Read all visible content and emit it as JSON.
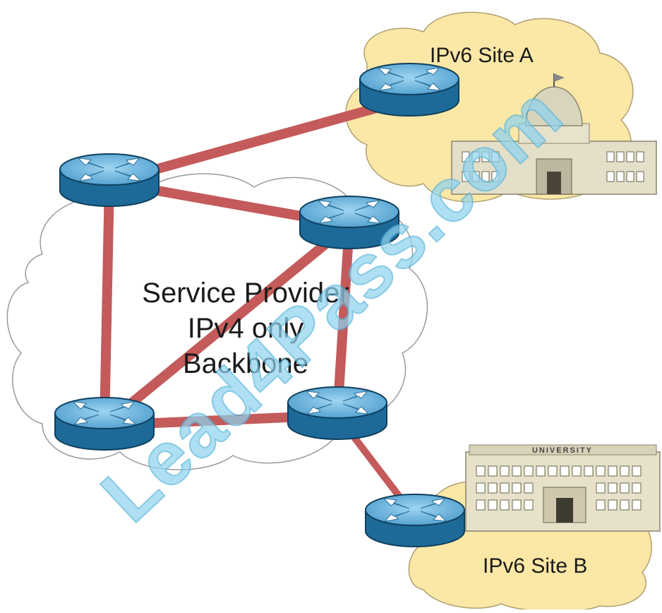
{
  "labels": {
    "site_a": "IPv6 Site A",
    "site_b": "IPv6 Site B",
    "core_line1": "Service Provider",
    "core_line2": "IPv4 only",
    "core_line3": "Backbone"
  },
  "buildings": {
    "university_sign": "UNIVERSITY"
  },
  "watermark": "Lead4Pass.com",
  "colors": {
    "link": "#c45a5a",
    "router_top": "#6bb6dd",
    "router_body": "#1f6f9f",
    "site_cloud": "#fbe7a6",
    "core_cloud": "#ffffff",
    "watermark": "#8fd3ee"
  }
}
